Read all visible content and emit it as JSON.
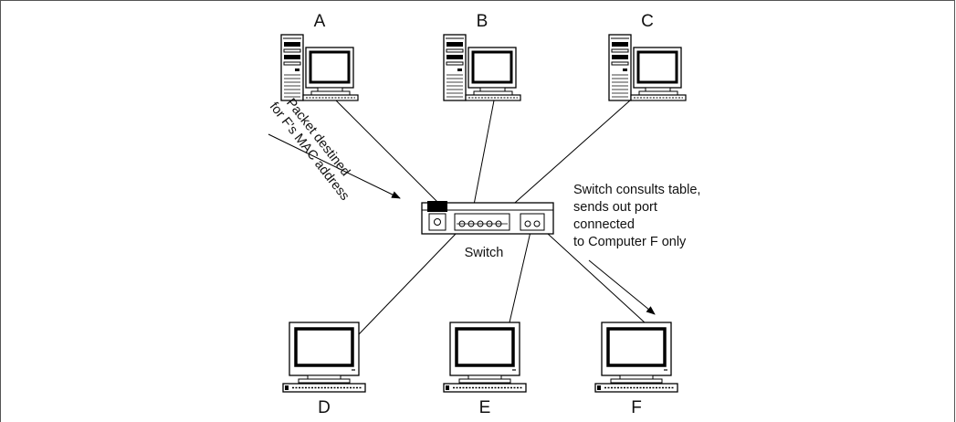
{
  "computers": {
    "a": {
      "label": "A"
    },
    "b": {
      "label": "B"
    },
    "c": {
      "label": "C"
    },
    "d": {
      "label": "D"
    },
    "e": {
      "label": "E"
    },
    "f": {
      "label": "F"
    }
  },
  "switch": {
    "label": "Switch"
  },
  "annotations": {
    "packet": [
      "Packet destined",
      "for F's MAC address"
    ],
    "switch_note": [
      "Switch consults table,",
      "sends out port",
      "connected",
      "to Computer F only"
    ]
  }
}
